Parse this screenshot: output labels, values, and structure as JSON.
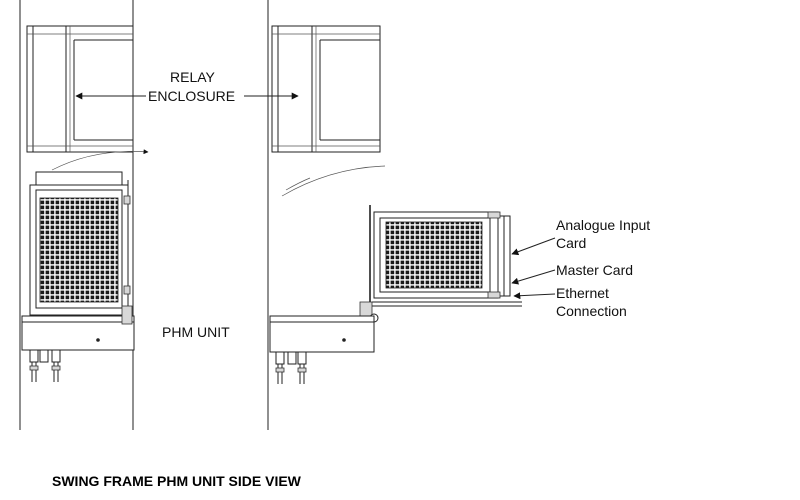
{
  "labels": {
    "relay_line1": "RELAY",
    "relay_line2": "ENCLOSURE",
    "phm_unit": "PHM UNIT",
    "analogue_line1": "Analogue Input",
    "analogue_line2": "Card",
    "master_card": "Master Card",
    "ethernet_line1": "Ethernet",
    "ethernet_line2": "Connection"
  },
  "caption": "SWING FRAME PHM UNIT SIDE VIEW"
}
